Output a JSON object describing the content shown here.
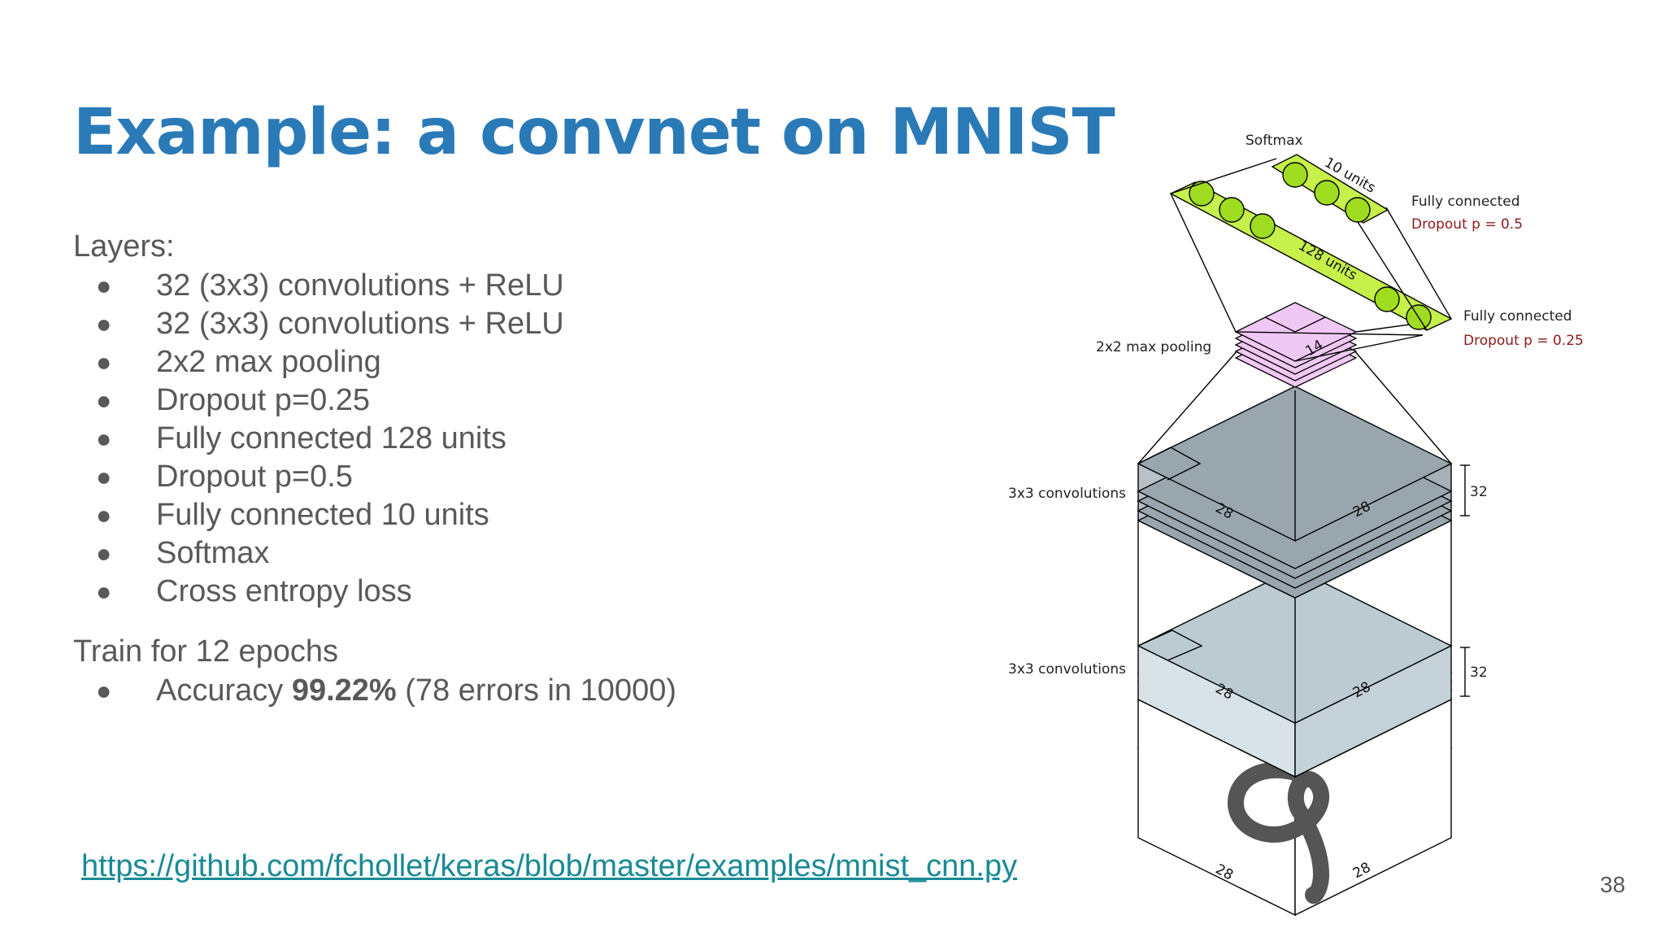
{
  "slide": {
    "title": "Example: a convnet on MNIST",
    "layers_heading": "Layers:",
    "layers": [
      "32 (3x3) convolutions + ReLU",
      "32 (3x3) convolutions + ReLU",
      "2x2 max pooling",
      "Dropout p=0.25",
      "Fully connected 128 units",
      "Dropout p=0.5",
      "Fully connected 10 units",
      "Softmax",
      "Cross entropy loss"
    ],
    "train_heading": "Train for 12 epochs",
    "accuracy_prefix": "Accuracy ",
    "accuracy_value": "99.22%",
    "accuracy_suffix": " (78 errors in 10000)",
    "link": "https://github.com/fchollet/keras/blob/master/examples/mnist_cnn.py",
    "page_number": "38",
    "bullet_char": "●"
  },
  "diagram": {
    "softmax_label": "Softmax",
    "units_10": "10 units",
    "units_128": "128 units",
    "fc1_label": "Fully connected",
    "fc1_dropout": "Dropout p = 0.5",
    "fc2_label": "Fully connected",
    "fc2_dropout": "Dropout p = 0.25",
    "pool_label": "2x2 max pooling",
    "pool_size": "14",
    "conv_label_top": "3x3 convolutions",
    "conv_label_bottom": "3x3 convolutions",
    "depth_top": "32",
    "depth_bottom": "32",
    "dim_28_a": "28",
    "dim_28_b": "28",
    "dim_28_c": "28",
    "dim_28_d": "28",
    "dim_28_e": "28",
    "dim_28_f": "28",
    "colors": {
      "title": "#2b7ab8",
      "link": "#1a8a96",
      "dropout": "#8b1a1a",
      "conv_top": "#9aa6ad",
      "conv_bottom": "#bccbd2",
      "pool": "#f0c8f5",
      "dense": "#c6f04a",
      "neuron": "#9fdc1f"
    }
  }
}
